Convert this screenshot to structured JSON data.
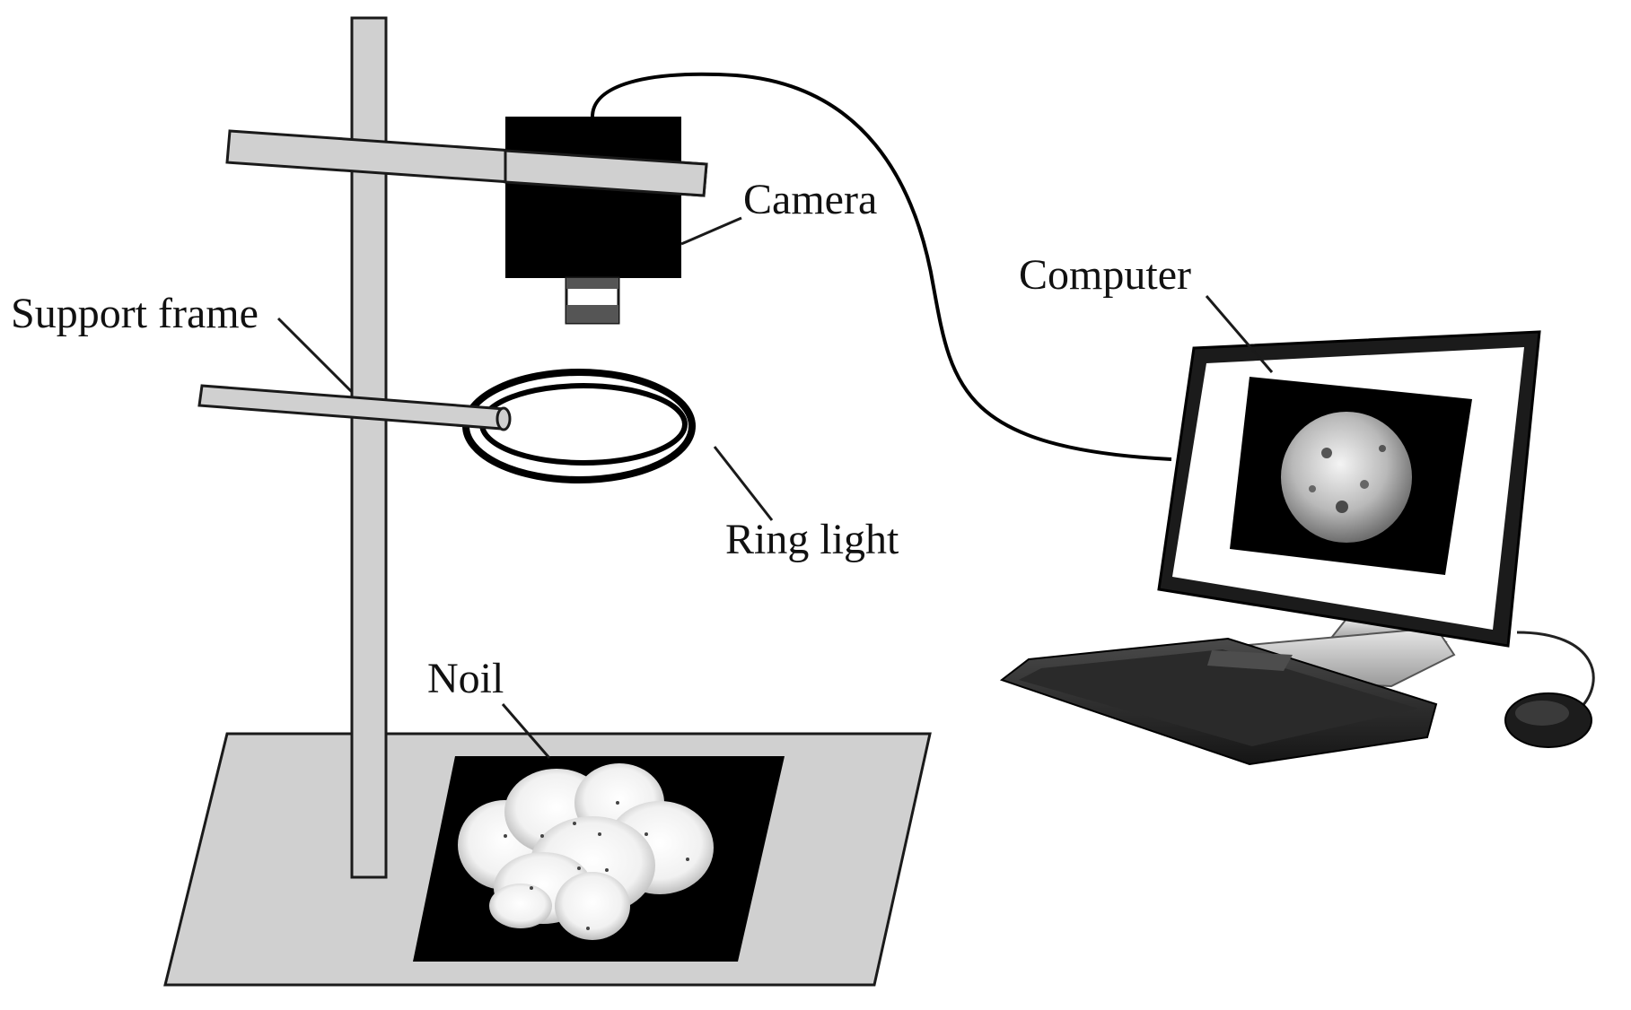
{
  "labels": {
    "camera": "Camera",
    "computer": "Computer",
    "support_frame": "Support frame",
    "ring_light": "Ring light",
    "noil": "Noil"
  },
  "colors": {
    "frame_fill": "#d0d0d0",
    "outline": "#1a1a1a",
    "camera_body": "#000000",
    "background": "#ffffff"
  }
}
